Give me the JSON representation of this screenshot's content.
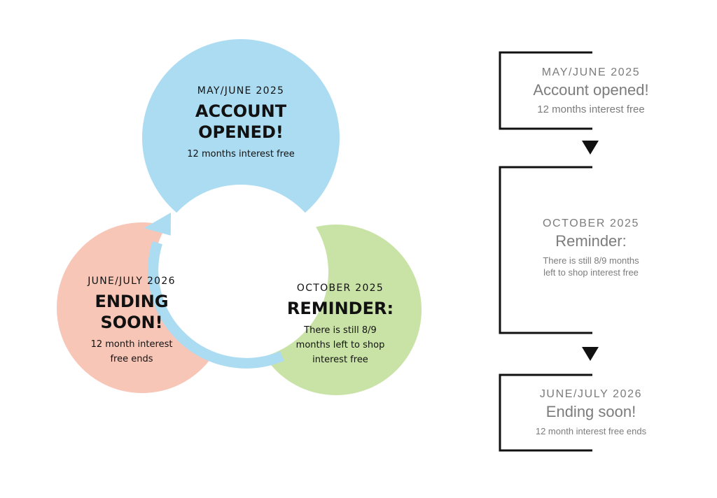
{
  "colors": {
    "blue": "#acdcf2",
    "green": "#c9e3a6",
    "salmon": "#f8c6b7",
    "timeline_line": "#111111",
    "timeline_text": "#7c7c7c"
  },
  "cycle": {
    "account": {
      "date": "MAY/JUNE 2025",
      "heading_line1": "ACCOUNT",
      "heading_line2": "OPENED!",
      "sub": "12 months interest free"
    },
    "reminder": {
      "date": "OCTOBER 2025",
      "heading": "REMINDER:",
      "sub_line1": "There is still 8/9",
      "sub_line2": "months left to shop",
      "sub_line3": "interest free"
    },
    "ending": {
      "date": "JUNE/JULY 2026",
      "heading_line1": "ENDING",
      "heading_line2": "SOON!",
      "sub_line1": "12 month interest",
      "sub_line2": "free ends"
    }
  },
  "timeline": {
    "step1": {
      "date": "MAY/JUNE 2025",
      "title": "Account opened!",
      "sub": "12 months interest free"
    },
    "step2": {
      "date": "OCTOBER 2025",
      "title": "Reminder:",
      "sub_line1": "There is still 8/9 months",
      "sub_line2": "left to shop interest free"
    },
    "step3": {
      "date": "JUNE/JULY 2026",
      "title": "Ending soon!",
      "sub": "12 month interest free ends"
    }
  }
}
